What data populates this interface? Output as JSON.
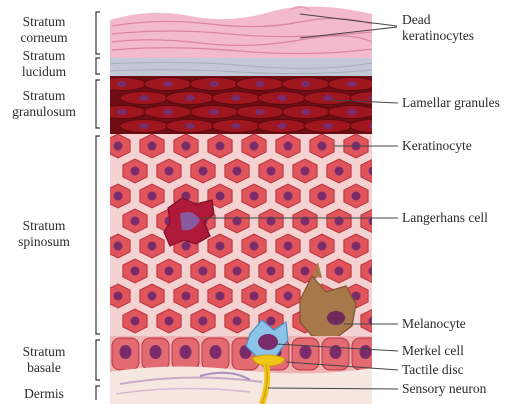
{
  "layers": {
    "stratum_corneum": [
      "Stratum",
      "corneum"
    ],
    "stratum_lucidum": [
      "Stratum",
      "lucidum"
    ],
    "stratum_granulosum": [
      "Stratum",
      "granulosum"
    ],
    "stratum_spinosum": [
      "Stratum",
      "spinosum"
    ],
    "stratum_basale": [
      "Stratum",
      "basale"
    ],
    "dermis": "Dermis"
  },
  "structures": {
    "dead_keratinocytes": [
      "Dead",
      "keratinocytes"
    ],
    "lamellar_granules": "Lamellar granules",
    "keratinocyte": "Keratinocyte",
    "langerhans_cell": "Langerhans cell",
    "melanocyte": "Melanocyte",
    "merkel_cell": "Merkel cell",
    "tactile_disc": "Tactile disc",
    "sensory_neuron": "Sensory neuron"
  },
  "colors": {
    "corneum": "#f3b9cc",
    "lucidum": "#c3c8d6",
    "granulosum": "#a0161f",
    "spinosum_cell": "#e0545c",
    "nucleus": "#7a2c6a",
    "langerhans": "#b01a3a",
    "melanocyte": "#a8784a",
    "merkel": "#8cc4e8",
    "nerve": "#f0c419",
    "dermis": "#f6e7e0"
  }
}
